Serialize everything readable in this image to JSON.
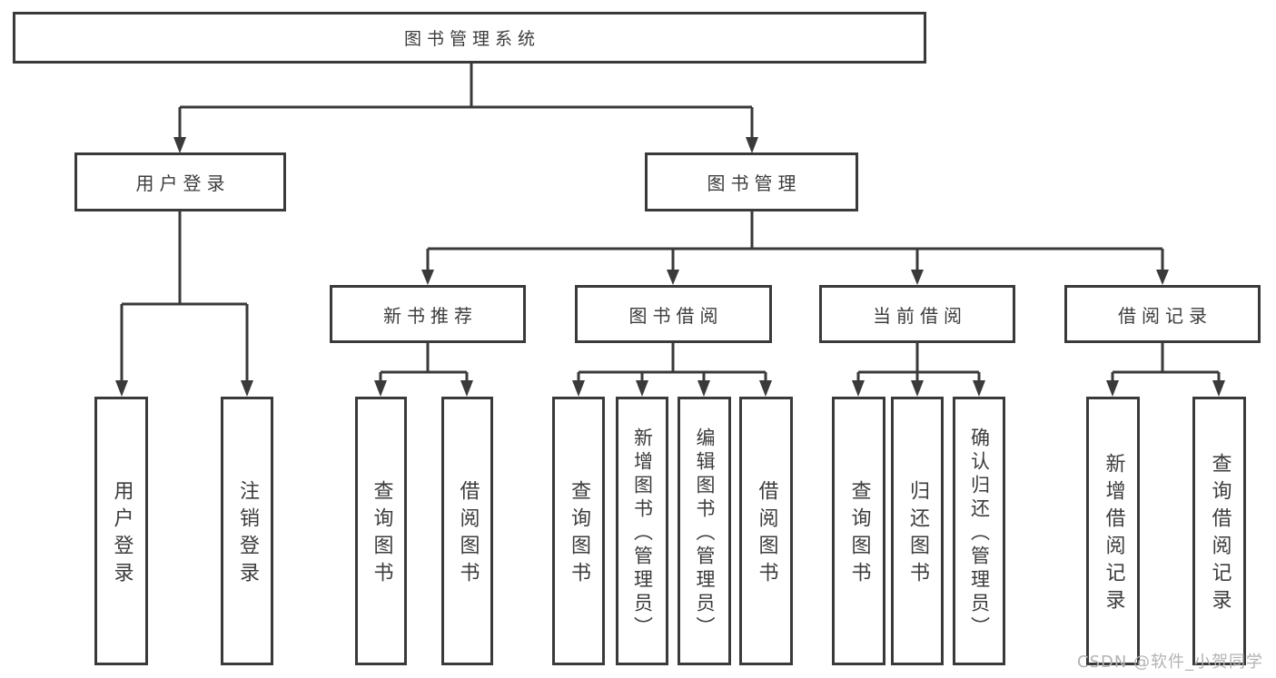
{
  "diagram_title": "图书管理系统",
  "colors": {
    "line": "#3a3a3a",
    "border": "#3a3a3a",
    "text": "#3c3c3c",
    "background": "#ffffff",
    "watermark": "#b3b3b3"
  },
  "tree": {
    "root": {
      "label": "图书管理系统",
      "children": [
        {
          "label": "用户登录",
          "children": [
            {
              "label": "用户登录"
            },
            {
              "label": "注销登录"
            }
          ]
        },
        {
          "label": "图书管理",
          "children": [
            {
              "label": "新书推荐",
              "children": [
                {
                  "label": "查询图书"
                },
                {
                  "label": "借阅图书"
                }
              ]
            },
            {
              "label": "图书借阅",
              "children": [
                {
                  "label": "查询图书"
                },
                {
                  "label": "新增图书（管理员）"
                },
                {
                  "label": "编辑图书（管理员）"
                },
                {
                  "label": "借阅图书"
                }
              ]
            },
            {
              "label": "当前借阅",
              "children": [
                {
                  "label": "查询图书"
                },
                {
                  "label": "归还图书"
                },
                {
                  "label": "确认归还（管理员）"
                }
              ]
            },
            {
              "label": "借阅记录",
              "children": [
                {
                  "label": "新增借阅记录"
                },
                {
                  "label": "查询借阅记录"
                }
              ]
            }
          ]
        }
      ]
    }
  },
  "watermark": {
    "text": "CSDN @软件_小贺同学"
  }
}
